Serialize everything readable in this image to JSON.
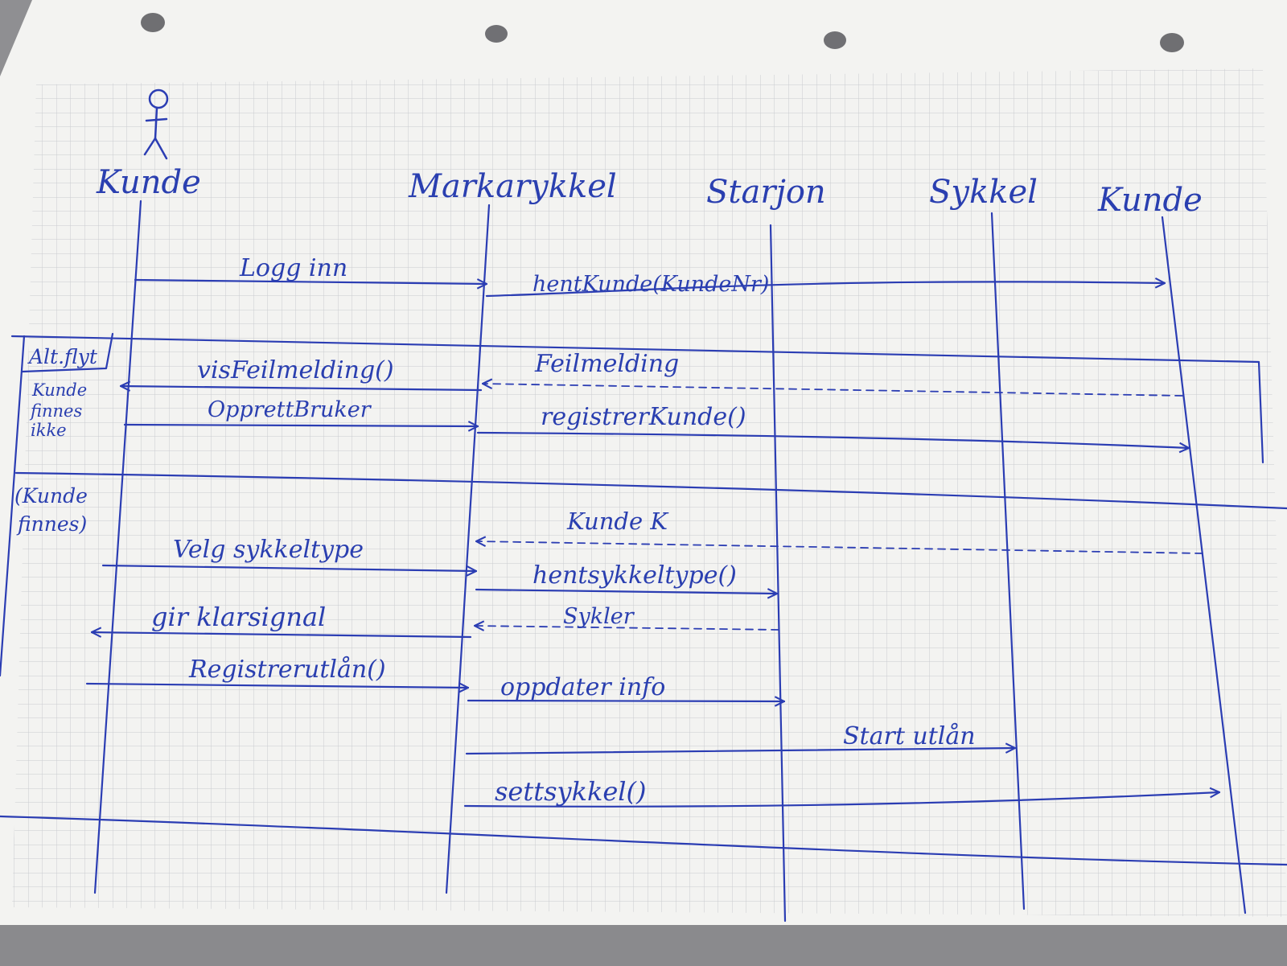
{
  "diagram": {
    "type": "sequence",
    "participants": [
      "Kunde",
      "Markarykkel",
      "Starjon",
      "Sykkel",
      "Kunde"
    ],
    "fragments": {
      "alt_label": "Alt.flyt",
      "condition_1": [
        "Kunde",
        "finnes",
        "ikke"
      ],
      "condition_2": [
        "(Kunde",
        "finnes)"
      ]
    },
    "messages": [
      "Logg inn",
      "hentKunde(KundeNr)",
      "visFeilmelding()",
      "Feilmelding",
      "OpprettBruker",
      "registrerKunde()",
      "Kunde K",
      "Velg sykkeltype",
      "hentsykkeltype()",
      "gir klarsignal",
      "Sykler",
      "Registrerutlån()",
      "oppdater info",
      "Start utlån",
      "settsykkel()"
    ]
  },
  "colors": {
    "ink": "#2b3db3",
    "paper": "#f3f3f1",
    "grid": "#c4c6cc",
    "background": "#8f8f92"
  }
}
